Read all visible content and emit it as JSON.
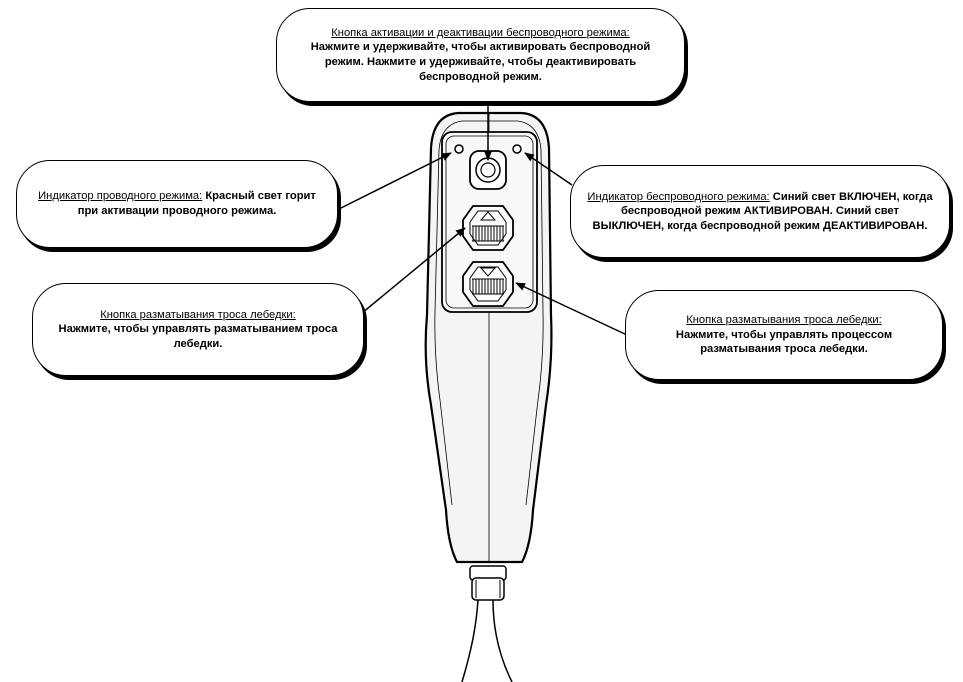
{
  "callouts": {
    "wireless_toggle": {
      "label": "Кнопка активации и деактивации беспроводного режима:",
      "description": "Нажмите и удерживайте, чтобы активировать беспроводной режим. Нажмите и удерживайте, чтобы деактивировать беспроводной режим."
    },
    "wired_indicator": {
      "label": "Индикатор проводного режима:",
      "description": "Красный свет горит при активации проводного режима."
    },
    "wireless_indicator": {
      "label": "Индикатор беспроводного режима:",
      "description": "Синий свет ВКЛЮЧЕН, когда беспроводной режим АКТИВИРОВАН. Синий свет ВЫКЛЮЧЕН, когда беспроводной режим ДЕАКТИВИРОВАН."
    },
    "winch_left": {
      "label": "Кнопка разматывания троса лебедки:",
      "description": "Нажмите, чтобы управлять разматыванием троса лебедки."
    },
    "winch_right": {
      "label": "Кнопка разматывания троса лебедки:",
      "description": "Нажмите, чтобы управлять процессом разматывания троса лебедки."
    }
  }
}
